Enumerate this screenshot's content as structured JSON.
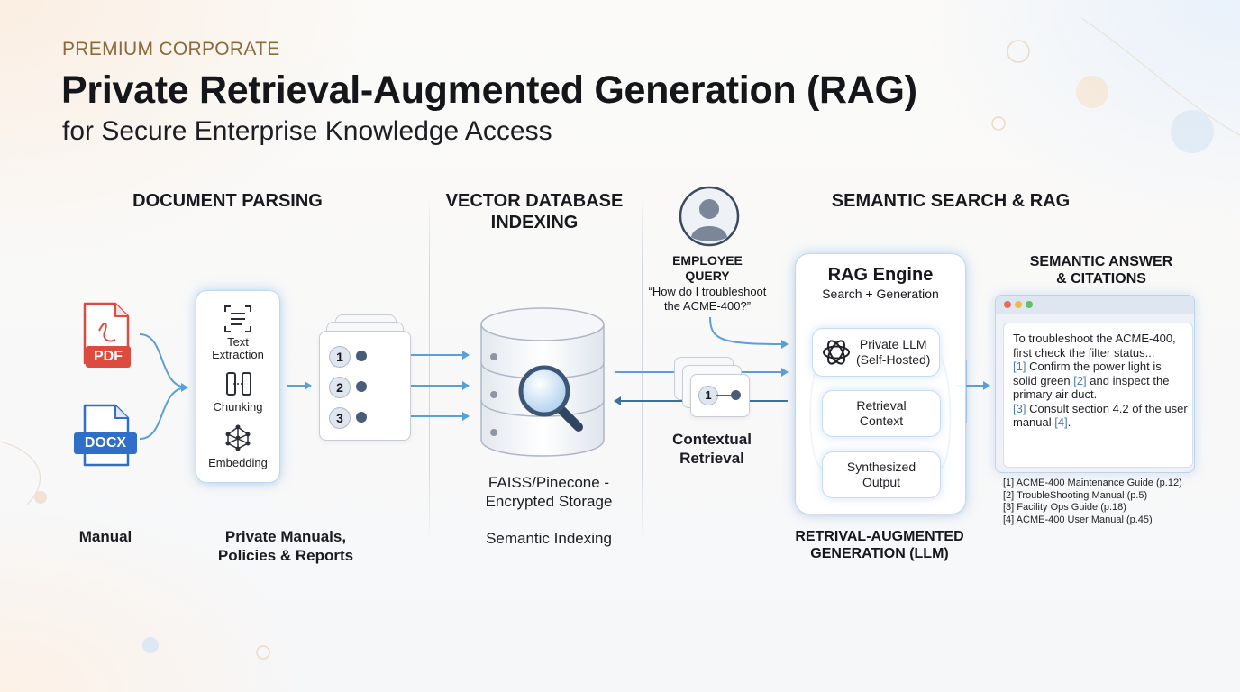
{
  "header": {
    "eyebrow": "PREMIUM CORPORATE",
    "title": "Private Retrieval-Augmented Generation (RAG)",
    "subtitle": "for Secure Enterprise Knowledge Access"
  },
  "sections": {
    "parsing": "DOCUMENT PARSING",
    "indexing_line1": "VECTOR DATABASE",
    "indexing_line2": "INDEXING",
    "search": "SEMANTIC SEARCH & RAG"
  },
  "parsing": {
    "pdf_label": "PDF",
    "docx_label": "DOCX",
    "manual_caption": "Manual",
    "tools": [
      {
        "label_line1": "Text",
        "label_line2": "Extraction",
        "icon": "text-extraction-icon"
      },
      {
        "label_line1": "Chunking",
        "label_line2": "",
        "icon": "chunking-icon"
      },
      {
        "label_line1": "Embedding",
        "label_line2": "",
        "icon": "embedding-icon"
      }
    ],
    "chunks": [
      "1",
      "2",
      "3"
    ],
    "caption_line1": "Private Manuals,",
    "caption_line2": "Policies & Reports"
  },
  "indexing": {
    "storage_line1": "FAISS/Pinecone -",
    "storage_line2": "Encrypted Storage",
    "caption": "Semantic Indexing"
  },
  "query": {
    "heading_line1": "EMPLOYEE",
    "heading_line2": "QUERY",
    "text_line1": "“How do I troubleshoot",
    "text_line2": "the ACME-400?”",
    "retrieval_chunk": "1",
    "retrieval_line1": "Contextual",
    "retrieval_line2": "Retrieval"
  },
  "rag": {
    "title": "RAG Engine",
    "subtitle": "Search + Generation",
    "llm_line1": "Private LLM",
    "llm_line2": "(Self-Hosted)",
    "context_line1": "Retrieval",
    "context_line2": "Context",
    "output_line1": "Synthesized",
    "output_line2": "Output",
    "caption_line1": "RETRIVAL-AUGMENTED",
    "caption_line2": "GENERATION (LLM)"
  },
  "answer": {
    "heading_line1": "SEMANTIC ANSWER",
    "heading_line2": "& CITATIONS",
    "p1": "To troubleshoot the ACME-400, first check the filter status...",
    "c1": "[1]",
    "p2a": " Confirm the power light is solid green ",
    "c2": "[2]",
    "p2b": " and inspect the primary air duct.",
    "c3": "[3]",
    "p3a": " Consult section 4.2 of the user manual ",
    "c4": "[4]",
    "p3b": ".",
    "references": [
      "[1] ACME-400 Maintenance Guide (p.12)",
      "[2] TroubleShooting Manual (p.5)",
      "[3] Facility Ops Guide (p.18)",
      "[4] ACME-400 User Manual (p.45)"
    ]
  },
  "colors": {
    "pdf": "#dc4b3e",
    "docx": "#2f6fc7",
    "accent": "#5a9fd8",
    "eyebrow": "#8c6b3b"
  }
}
